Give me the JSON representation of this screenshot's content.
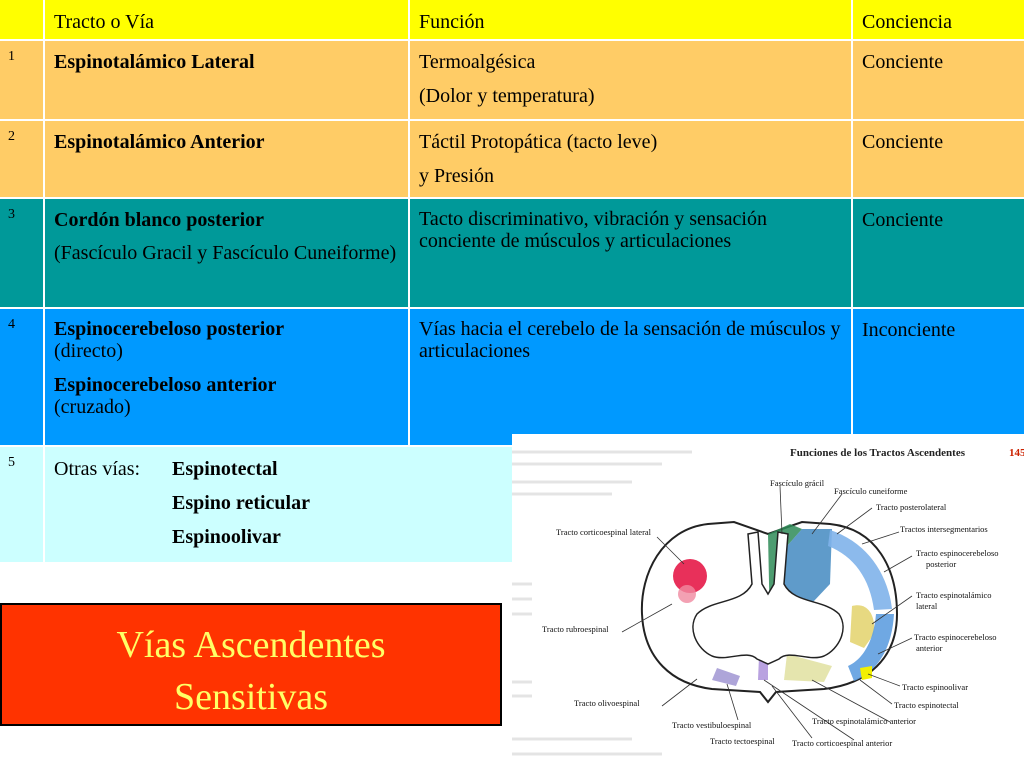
{
  "header": {
    "col1": "Tracto o Vía",
    "col2": "Función",
    "col3": "Conciencia"
  },
  "rows": [
    {
      "num": "1",
      "tract": "Espinotalámico Lateral",
      "func_line1": "Termoalgésica",
      "func_line2": "(Dolor y temperatura)",
      "conc": "Conciente"
    },
    {
      "num": "2",
      "tract": "Espinotalámico Anterior",
      "func_line1": "Táctil Protopática (tacto leve)",
      "func_line2": "y Presión",
      "conc": "Conciente"
    },
    {
      "num": "3",
      "tract": "Cordón blanco posterior",
      "tract_sub": "(Fascículo Gracil y Fascículo Cuneiforme)",
      "func": "Tacto discriminativo, vibración y sensación conciente de músculos y articulaciones",
      "conc": "Conciente"
    },
    {
      "num": "4",
      "tract_a": "Espinocerebeloso posterior",
      "tract_a_sub": "(directo)",
      "tract_b": "Espinocerebeloso anterior",
      "tract_b_sub": "(cruzado)",
      "func": "Vías hacia el cerebelo de la sensación de músculos y articulaciones",
      "conc": "Inconciente"
    },
    {
      "num": "5",
      "prefix": "Otras vías:",
      "items": [
        "Espinotectal",
        "Espino reticular",
        "Espinoolivar"
      ]
    }
  ],
  "title": {
    "line1": "Vías Ascendentes",
    "line2": "Sensitivas"
  },
  "figure": {
    "heading": "Funciones de los Tractos Ascendentes",
    "page": "145",
    "labels": {
      "gracil": "Fascículo grácil",
      "cuneiforme": "Fascículo cuneiforme",
      "posterolateral": "Tracto posterolateral",
      "intersegmentarios": "Tractos intersegmentarios",
      "ecp1": "Tracto espinocerebeloso",
      "ecp2": "posterior",
      "etl1": "Tracto espinotalámico",
      "etl2": "lateral",
      "eca1": "Tracto espinocerebeloso",
      "eca2": "anterior",
      "olivar": "Tracto espinoolivar",
      "tectal": "Tracto espinotectal",
      "eta": "Tracto espinotalámico anterior",
      "cea": "Tracto corticoespinal anterior",
      "tecto": "Tracto tectoespinal",
      "vestibulo": "Tracto vestibuloespinal",
      "olivo": "Tracto olivoespinal",
      "rubro": "Tracto rubroespinal",
      "cel": "Tracto corticoespinal lateral"
    }
  },
  "colors": {
    "header": "#ffff00",
    "rows_1_2": "#ffcc66",
    "row_3": "#009999",
    "row_4": "#0099ff",
    "row_5": "#ccffff",
    "title_bg": "#ff3300",
    "title_text": "#ffff66"
  }
}
